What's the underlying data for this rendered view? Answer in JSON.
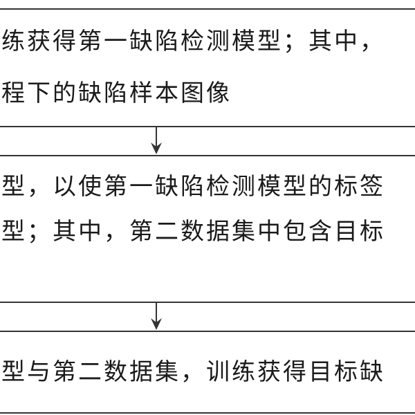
{
  "steps": [
    {
      "lines": [
        "练获得第一缺陷检测模型；其中，",
        "程下的缺陷样本图像"
      ]
    },
    {
      "lines": [
        "型，以使第一缺陷检测模型的标签",
        "型；其中，第二数据集中包含目标"
      ]
    },
    {
      "lines": [
        "型与第二数据集，训练获得目标缺"
      ]
    }
  ]
}
